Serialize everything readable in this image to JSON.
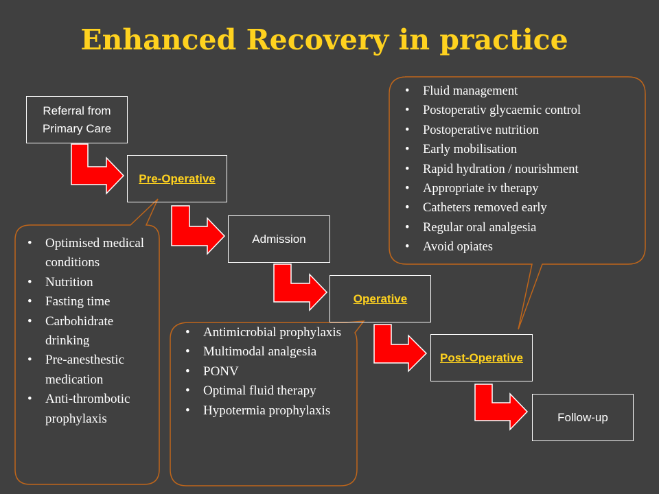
{
  "title": "Enhanced Recovery in practice",
  "colors": {
    "accent_yellow": "#ffd21f",
    "arrow_red": "#ff0000",
    "callout_border": "#c0661a",
    "background": "#404040"
  },
  "flow": {
    "referral": "Referral from Primary Care",
    "pre_operative": "Pre-Operative",
    "admission": "Admission",
    "operative": "Operative",
    "post_operative": "Post-Operative",
    "follow_up": "Follow-up"
  },
  "callouts": {
    "pre_operative": [
      "Optimised medical conditions",
      "Nutrition",
      "Fasting time",
      "Carbohidrate drinking",
      "Pre-anesthestic medication",
      "Anti-thrombotic prophylaxis"
    ],
    "operative": [
      "Antimicrobial prophylaxis",
      "Multimodal analgesia",
      "PONV",
      "Optimal fluid therapy",
      "Hypotermia prophylaxis"
    ],
    "post_operative": [
      "Fluid management",
      "Postoperativ glycaemic control",
      "Postoperative nutrition",
      "Early mobilisation",
      "Rapid hydration / nourishment",
      "Appropriate iv therapy",
      "Catheters removed early",
      "Regular oral analgesia",
      "Avoid opiates"
    ]
  }
}
